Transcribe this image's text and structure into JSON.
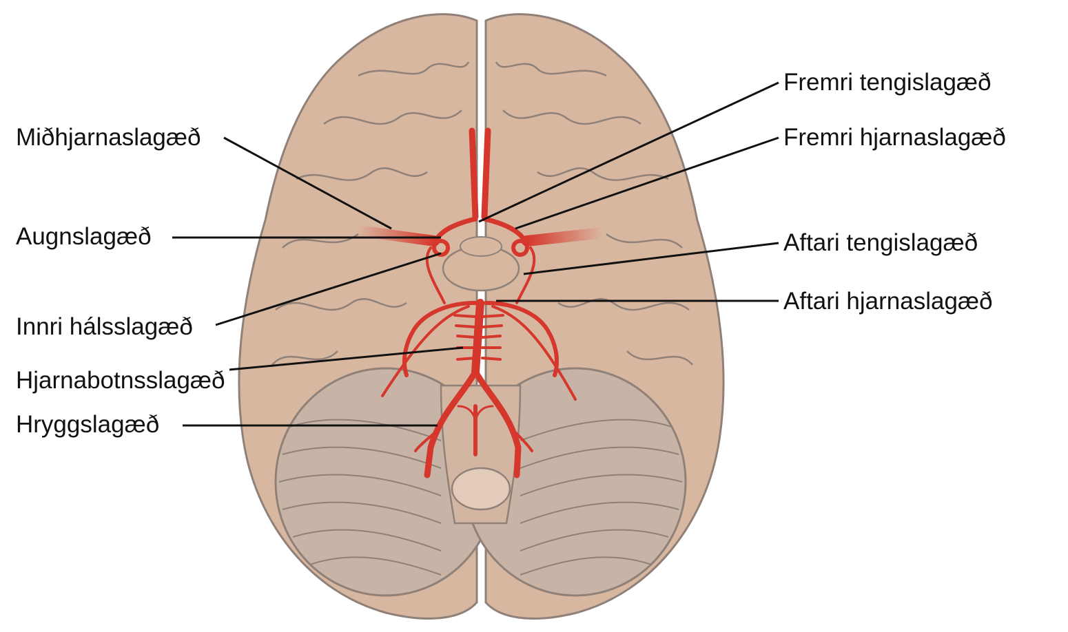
{
  "labels": {
    "middle_cerebral": "Miðhjarnaslagæð",
    "ophthalmic": "Augnslagæð",
    "internal_carotid": "Innri hálsslagæð",
    "basilar": "Hjarnabotnsslagæð",
    "vertebral": "Hryggslagæð",
    "anterior_communicating": "Fremri tengislagæð",
    "anterior_cerebral": "Fremri hjarnaslagæð",
    "posterior_communicating": "Aftari tengislagæð",
    "posterior_cerebral": "Aftari hjarnaslagæð"
  },
  "colors": {
    "brain": "#d8b7a0",
    "brain_outline": "#8f8078",
    "cerebellum": "#c7b4a6",
    "artery": "#d6372c",
    "leader": "#111111"
  }
}
